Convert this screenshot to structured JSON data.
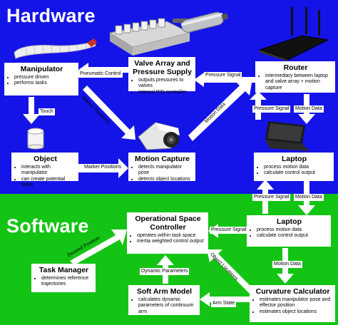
{
  "sections": {
    "hardware": "Hardware",
    "software": "Software"
  },
  "boxes": {
    "manipulator": {
      "title": "Manipulator",
      "items": [
        "pressure driven",
        "performs tasks"
      ]
    },
    "valve_array": {
      "title": "Valve Array and Pressure Supply",
      "items": [
        "outputs pressures to valves",
        "internal PID controller"
      ]
    },
    "router": {
      "title": "Router",
      "items": [
        "intermediary between laptop and valve array + motion capture"
      ]
    },
    "object": {
      "title": "Object",
      "items": [
        "interacts with manipulator",
        "can create potential fields"
      ]
    },
    "motion_capture": {
      "title": "Motion Capture",
      "items": [
        "detects manipulator pose",
        "detects object locations"
      ]
    },
    "laptop_hw": {
      "title": "Laptop",
      "items": [
        "process motion data",
        "calculate control output"
      ]
    },
    "operational_space": {
      "title": "Operational Space Controller",
      "items": [
        "operates within task space",
        "inertia weighted control output"
      ]
    },
    "laptop_sw": {
      "title": "Laptop",
      "items": [
        "process motion data",
        "calculate control output"
      ]
    },
    "task_manager": {
      "title": "Task Manager",
      "items": [
        "determines reference trajectories"
      ]
    },
    "soft_arm": {
      "title": "Soft Arm Model",
      "items": [
        "calculates dynamic parameters of continuum arm"
      ]
    },
    "curvature": {
      "title": "Curvature Calculator",
      "items": [
        "estimates manipulator pose and effector position",
        "estimates object locations"
      ]
    }
  },
  "labels": {
    "pneumatic_control": "Pneumatic Control",
    "pressure_signal_hw": "Pressure Signal",
    "touch": "Touch",
    "marker_positions_diag": "Marker Positions",
    "marker_positions": "Marker Positions",
    "motion_data_diag": "Motion Data",
    "pressure_signal_router": "Pressure Signal",
    "motion_data_router": "Motion Data",
    "pressure_signal_mid": "Pressure Signal",
    "motion_data_mid": "Motion Data",
    "desired_position": "Desired Position",
    "pressure_signal_sw": "Pressure Signal",
    "object_locations": "Object Locations",
    "motion_data_sw": "Motion Data",
    "dynamic_parameters": "Dynamic Parameters",
    "arm_state": "Arm State"
  }
}
